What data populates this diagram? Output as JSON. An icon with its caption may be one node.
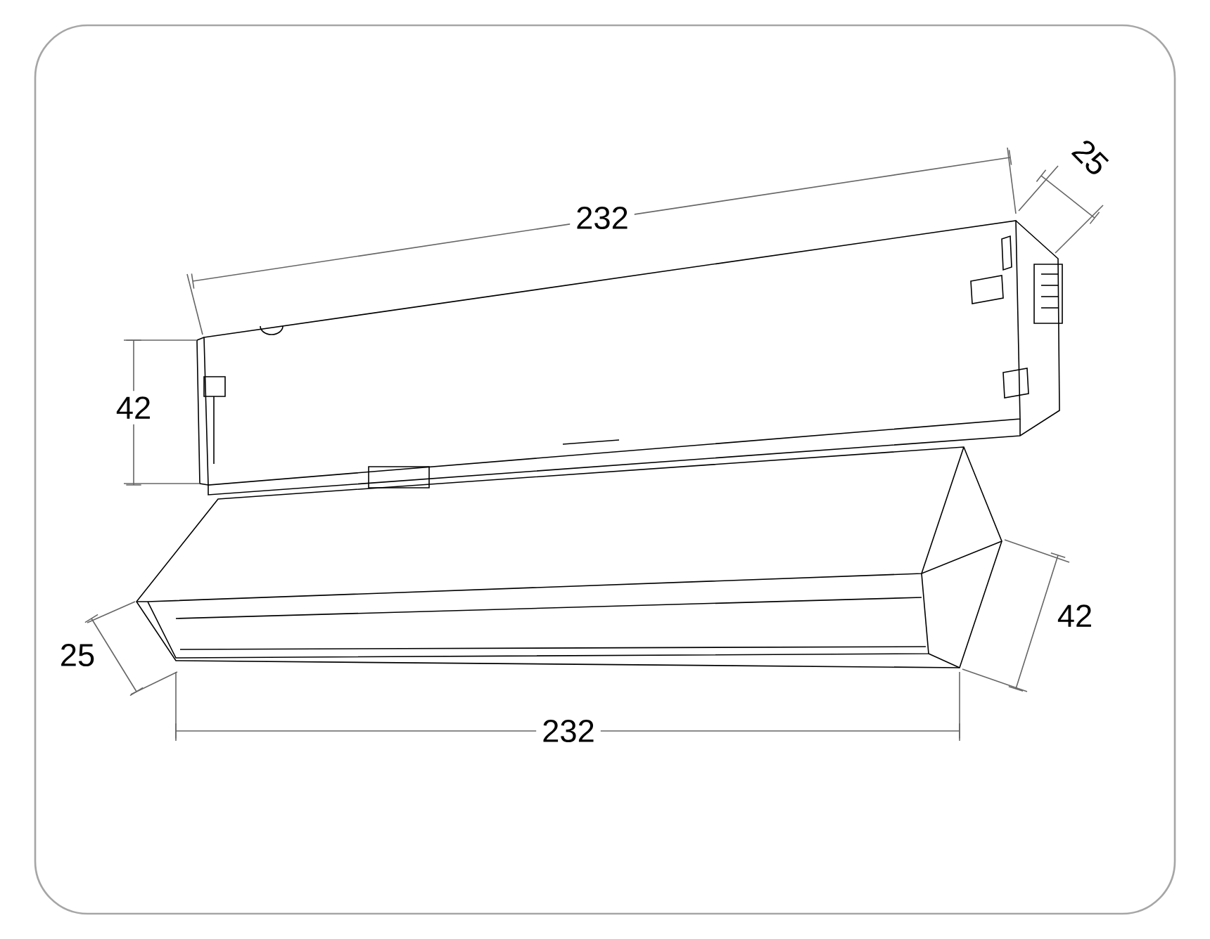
{
  "diagram": {
    "labels": [
      "25",
      "232",
      "42",
      "42",
      "25",
      "232"
    ]
  }
}
